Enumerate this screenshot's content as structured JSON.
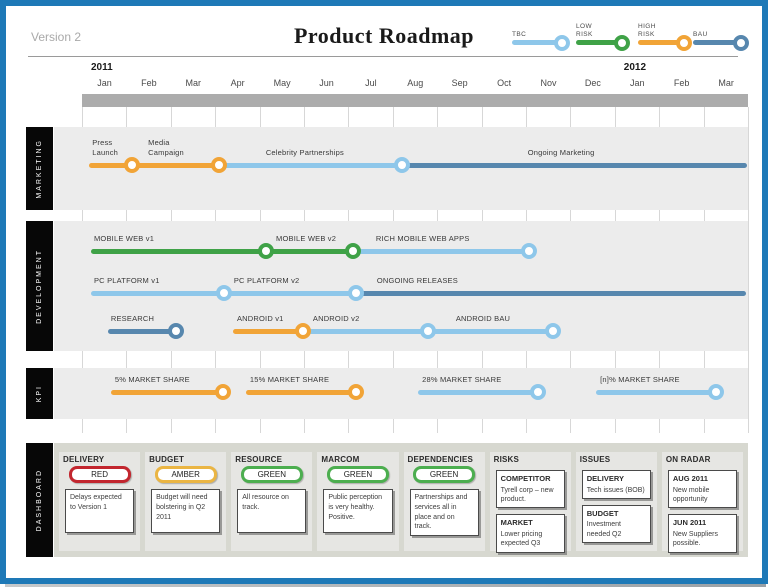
{
  "header": {
    "version": "Version 2",
    "title": "Product Roadmap"
  },
  "colors": {
    "tbc": "#8EC7EA",
    "low_risk": "#3FA247",
    "high_risk": "#F1A437",
    "bau": "#5787AE"
  },
  "legend": {
    "items": [
      {
        "label": "TBC",
        "color": "tbc"
      },
      {
        "label": "LOW\nRISK",
        "color": "low_risk"
      },
      {
        "label": "HIGH\nRISK",
        "color": "high_risk"
      },
      {
        "label": "BAU",
        "color": "bau"
      }
    ]
  },
  "timeline": {
    "years": [
      {
        "label": "2011",
        "month_index": 0
      },
      {
        "label": "2012",
        "month_index": 12
      }
    ],
    "months": [
      "Jan",
      "Feb",
      "Mar",
      "Apr",
      "May",
      "Jun",
      "Jul",
      "Aug",
      "Sep",
      "Oct",
      "Nov",
      "Dec",
      "Jan",
      "Feb",
      "Mar"
    ]
  },
  "lanes": [
    {
      "id": "marketing",
      "label": "MARKETING",
      "rows": [
        {
          "segments": [
            {
              "start": 0.16,
              "end": 3.09,
              "color": "high_risk"
            },
            {
              "start": 3.09,
              "end": 7.21,
              "color": "tbc"
            },
            {
              "start": 7.21,
              "end": 14.98,
              "color": "bau"
            }
          ],
          "markers": [
            {
              "at": 1.13,
              "color": "high_risk"
            },
            {
              "at": 3.09,
              "color": "high_risk"
            },
            {
              "at": 7.21,
              "color": "tbc"
            }
          ],
          "labels": [
            {
              "at": 0.23,
              "text": "Press\nLaunch"
            },
            {
              "at": 1.49,
              "text": "Media\nCampaign"
            },
            {
              "at": 4.14,
              "text": "Celebrity Partnerships"
            },
            {
              "at": 10.04,
              "text": "Ongoing Marketing"
            }
          ]
        }
      ]
    },
    {
      "id": "development",
      "label": "DEVELOPMENT",
      "rows": [
        {
          "segments": [
            {
              "start": 0.2,
              "end": 6.1,
              "color": "low_risk"
            },
            {
              "start": 6.1,
              "end": 10.07,
              "color": "tbc"
            }
          ],
          "markers": [
            {
              "at": 4.14,
              "color": "low_risk"
            },
            {
              "at": 6.1,
              "color": "low_risk"
            },
            {
              "at": 10.07,
              "color": "tbc"
            }
          ],
          "labels": [
            {
              "at": 0.27,
              "text": "MOBILE WEB v1"
            },
            {
              "at": 4.37,
              "text": "MOBILE WEB v2"
            },
            {
              "at": 6.62,
              "text": "RICH MOBILE WEB APPS"
            }
          ]
        },
        {
          "segments": [
            {
              "start": 0.2,
              "end": 6.17,
              "color": "tbc"
            },
            {
              "start": 6.17,
              "end": 14.95,
              "color": "bau"
            }
          ],
          "markers": [
            {
              "at": 3.2,
              "color": "tbc"
            },
            {
              "at": 6.17,
              "color": "tbc"
            }
          ],
          "labels": [
            {
              "at": 0.27,
              "text": "PC PLATFORM v1"
            },
            {
              "at": 3.42,
              "text": "PC PLATFORM v2"
            },
            {
              "at": 6.64,
              "text": "ONGOING RELEASES"
            }
          ]
        },
        {
          "segments": [
            {
              "start": 0.59,
              "end": 2.12,
              "color": "bau"
            },
            {
              "start": 3.4,
              "end": 4.98,
              "color": "high_risk"
            },
            {
              "start": 4.98,
              "end": 10.61,
              "color": "tbc"
            }
          ],
          "markers": [
            {
              "at": 2.12,
              "color": "bau"
            },
            {
              "at": 4.98,
              "color": "high_risk"
            },
            {
              "at": 7.79,
              "color": "tbc"
            },
            {
              "at": 10.61,
              "color": "tbc"
            }
          ],
          "labels": [
            {
              "at": 0.65,
              "text": "RESEARCH"
            },
            {
              "at": 3.49,
              "text": "ANDROID v1"
            },
            {
              "at": 5.2,
              "text": "ANDROID v2"
            },
            {
              "at": 8.42,
              "text": "ANDROID BAU"
            }
          ]
        }
      ]
    },
    {
      "id": "kpi",
      "label": "KPI",
      "rows": [
        {
          "segments": [
            {
              "start": 0.65,
              "end": 3.17,
              "color": "high_risk"
            },
            {
              "start": 3.69,
              "end": 6.17,
              "color": "high_risk"
            },
            {
              "start": 7.57,
              "end": 10.27,
              "color": "tbc"
            },
            {
              "start": 11.58,
              "end": 14.28,
              "color": "tbc"
            }
          ],
          "markers": [
            {
              "at": 3.17,
              "color": "high_risk"
            },
            {
              "at": 6.17,
              "color": "high_risk"
            },
            {
              "at": 10.27,
              "color": "tbc"
            },
            {
              "at": 14.28,
              "color": "tbc"
            }
          ],
          "labels": [
            {
              "at": 0.74,
              "text": "5% MARKET SHARE"
            },
            {
              "at": 3.78,
              "text": "15% MARKET SHARE"
            },
            {
              "at": 7.66,
              "text": "28% MARKET SHARE"
            },
            {
              "at": 11.67,
              "text": "[n]% MARKET SHARE"
            }
          ]
        }
      ]
    }
  ],
  "dashboard": {
    "label": "DASHBOARD",
    "columns": [
      {
        "title": "DELIVERY",
        "pill": {
          "label": "RED",
          "color": "#C2262E"
        },
        "note": "Delays expected to Version 1"
      },
      {
        "title": "BUDGET",
        "pill": {
          "label": "AMBER",
          "color": "#EAB543"
        },
        "note": "Budget will need bolstering in Q2 2011"
      },
      {
        "title": "RESOURCE",
        "pill": {
          "label": "GREEN",
          "color": "#4CAE4F"
        },
        "note": "All resource on track."
      },
      {
        "title": "MARCOM",
        "pill": {
          "label": "GREEN",
          "color": "#4CAE4F"
        },
        "note": "Public perception is very healthy. Positive."
      },
      {
        "title": "DEPENDENCIES",
        "pill": {
          "label": "GREEN",
          "color": "#4CAE4F"
        },
        "note": "Partnerships and services all in place and on track."
      },
      {
        "title": "RISKS",
        "boxes": [
          {
            "heading": "COMPETITOR",
            "text": "Tyrell corp – new product."
          },
          {
            "heading": "MARKET",
            "text": "Lower pricing expected Q3"
          }
        ]
      },
      {
        "title": "ISSUES",
        "boxes": [
          {
            "heading": "DELIVERY",
            "text": "Tech issues (BOB)"
          },
          {
            "heading": "BUDGET",
            "text": "Investment needed Q2"
          }
        ]
      },
      {
        "title": "ON RADAR",
        "boxes": [
          {
            "heading": "AUG 2011",
            "text": "New mobile opportunity"
          },
          {
            "heading": "JUN 2011",
            "text": "New Suppliers possible."
          }
        ]
      }
    ]
  }
}
